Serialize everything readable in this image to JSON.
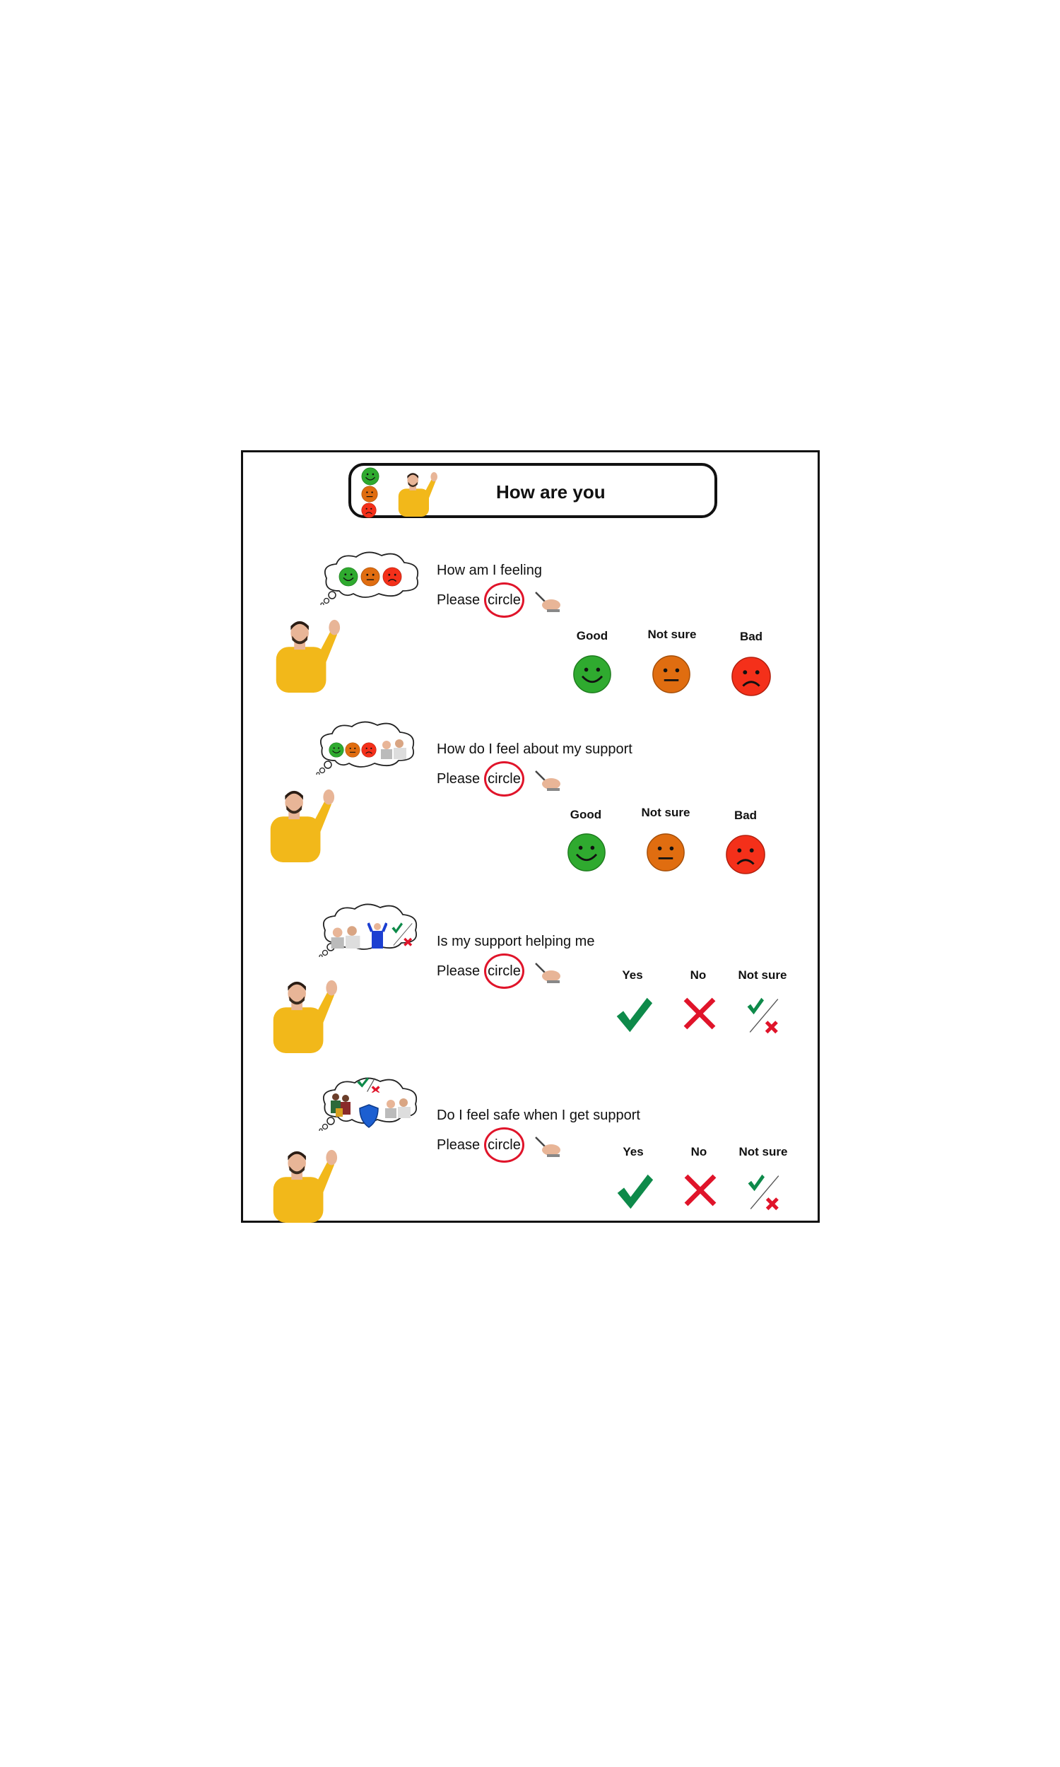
{
  "header": {
    "title": "How are you"
  },
  "questions": [
    {
      "question": "How am I feeling",
      "prompt_before": "Please",
      "prompt_word": "circle",
      "options": [
        "Good",
        "Not sure",
        "Bad"
      ]
    },
    {
      "question": "How do I feel about my support",
      "prompt_before": "Please",
      "prompt_word": "circle",
      "options": [
        "Good",
        "Not sure",
        "Bad"
      ]
    },
    {
      "question": "Is my support helping me",
      "prompt_before": "Please",
      "prompt_word": "circle",
      "options": [
        "Yes",
        "No",
        "Not sure"
      ]
    },
    {
      "question": "Do I feel safe when I get support",
      "prompt_before": "Please",
      "prompt_word": "circle",
      "options": [
        "Yes",
        "No",
        "Not sure"
      ]
    }
  ],
  "colors": {
    "good": "#2faa2f",
    "not_sure": "#e06d10",
    "bad": "#f4301a",
    "tick": "#0e8a4a",
    "cross": "#e0142a",
    "shirt": "#f2b81a"
  }
}
